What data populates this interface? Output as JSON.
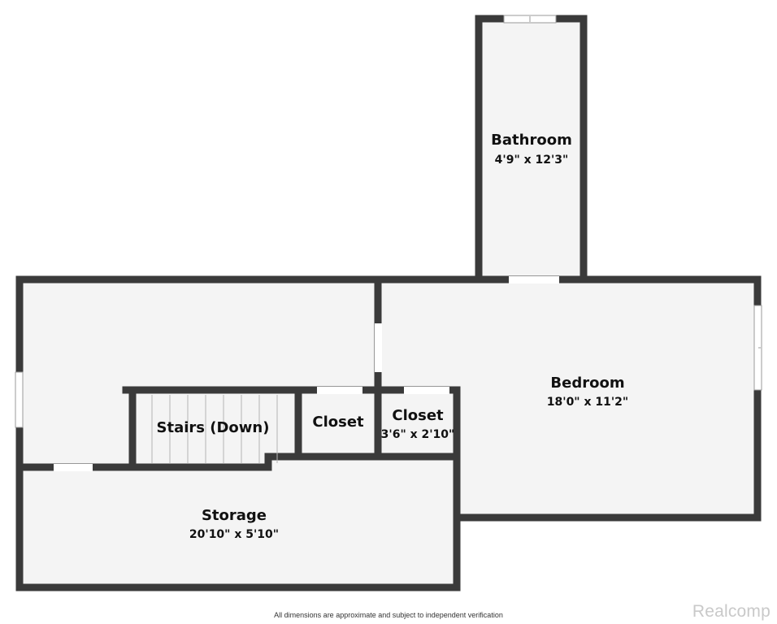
{
  "colors": {
    "wall": "#3a3a3a",
    "floor": "#f4f4f4",
    "opening": "#ffffff",
    "background": "#ffffff"
  },
  "rooms": {
    "bathroom": {
      "name": "Bathroom",
      "dims": "4'9\" x 12'3\""
    },
    "bedroom": {
      "name": "Bedroom",
      "dims": "18'0\" x 11'2\""
    },
    "stairs": {
      "name": "Stairs (Down)"
    },
    "closet_left": {
      "name": "Closet"
    },
    "closet_right": {
      "name": "Closet",
      "dims": "3'6\" x 2'10\""
    },
    "storage": {
      "name": "Storage",
      "dims": "20'10\" x 5'10\""
    }
  },
  "footer": {
    "disclaimer": "All dimensions are approximate and subject to independent verification"
  },
  "brand": {
    "logo_text": "Realcomp"
  }
}
